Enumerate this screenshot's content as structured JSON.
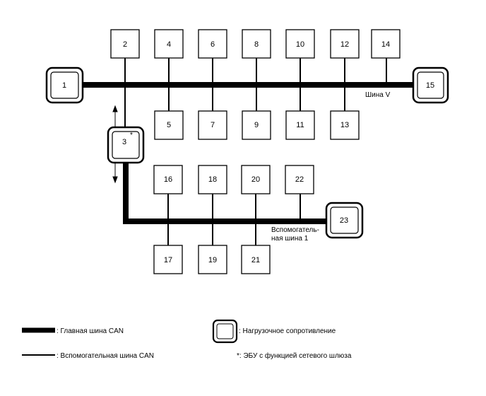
{
  "nodes": {
    "n1": "1",
    "n2": "2",
    "n3": "3",
    "n4": "4",
    "n5": "5",
    "n6": "6",
    "n7": "7",
    "n8": "8",
    "n9": "9",
    "n10": "10",
    "n11": "11",
    "n12": "12",
    "n13": "13",
    "n14": "14",
    "n15": "15",
    "n16": "16",
    "n17": "17",
    "n18": "18",
    "n19": "19",
    "n20": "20",
    "n21": "21",
    "n22": "22",
    "n23": "23"
  },
  "gateway_mark": "*",
  "bus_labels": {
    "bus_v": "Шина V",
    "sub_bus_line1": "Вспомогатель-",
    "sub_bus_line2": "ная шина 1"
  },
  "legend": {
    "main_bus": ": Главная шина CAN",
    "sub_bus": ": Вспомогательная шина CAN",
    "terminator": ": Нагрузочное сопротивление",
    "gateway": "*: ЭБУ с функцией сетевого шлюза"
  }
}
